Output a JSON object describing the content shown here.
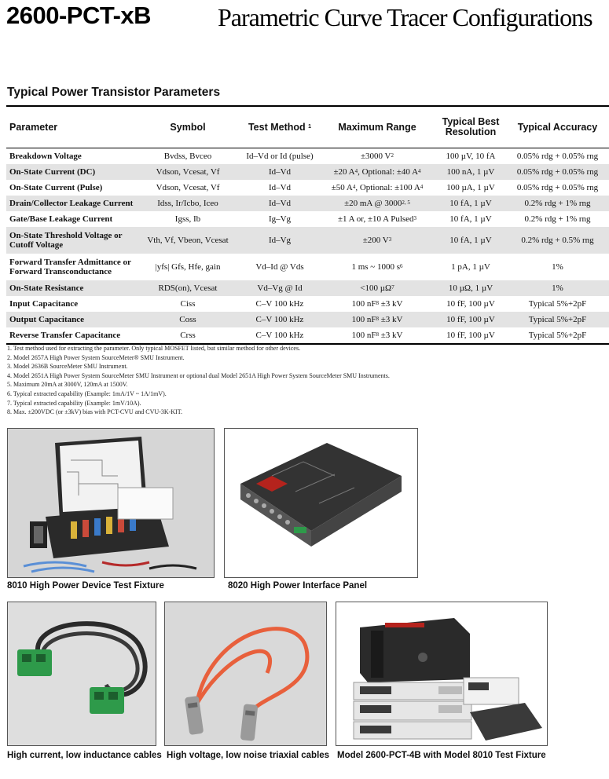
{
  "header": {
    "model": "2600-PCT-xB",
    "title": "Parametric Curve Tracer Configurations"
  },
  "section_title": "Typical Power Transistor Parameters",
  "table": {
    "headers": {
      "parameter": "Parameter",
      "symbol": "Symbol",
      "test_method": "Test Method",
      "test_method_note": "1",
      "max_range": "Maximum Range",
      "best_resolution": "Typical Best Resolution",
      "accuracy": "Typical Accuracy"
    },
    "rows": [
      {
        "parameter": "Breakdown Voltage",
        "symbol": "Bvdss, Bvceo",
        "method": "Id–Vd or Id (pulse)",
        "range": "±3000 V",
        "range_note": "2",
        "resolution": "100 µV, 10 fA",
        "accuracy": "0.05% rdg + 0.05% rng"
      },
      {
        "parameter": "On-State Current (DC)",
        "symbol": "Vdson, Vcesat, Vf",
        "method": "Id–Vd",
        "range": "±20 A",
        "range_note": "4",
        "range_opt": ", Optional: ±40 A",
        "range_opt_note": "4",
        "resolution": "100 nA, 1 µV",
        "accuracy": "0.05% rdg + 0.05% rng"
      },
      {
        "parameter": "On-State Current (Pulse)",
        "symbol": "Vdson, Vcesat, Vf",
        "method": "Id–Vd",
        "range": "±50 A",
        "range_note": "4",
        "range_opt": ", Optional: ±100 A",
        "range_opt_note": "4",
        "resolution": "100 µA, 1 µV",
        "accuracy": "0.05% rdg + 0.05% rng"
      },
      {
        "parameter": "Drain/Collector Leakage Current",
        "symbol": "Idss, Ir/Icbo, Iceo",
        "method": "Id–Vd",
        "range": "±20 mA @ 3000",
        "range_note": "2, 5",
        "resolution": "10 fA, 1 µV",
        "accuracy": "0.2% rdg + 1% rng"
      },
      {
        "parameter": "Gate/Base Leakage Current",
        "symbol": "Igss, Ib",
        "method": "Ig–Vg",
        "range": "±1 A or, ±10 A Pulsed",
        "range_note": "3",
        "resolution": "10 fA, 1 µV",
        "accuracy": "0.2% rdg + 1% rng"
      },
      {
        "parameter": "On-State Threshold Voltage or Cutoff Voltage",
        "symbol": "Vth, Vf, Vbeon, Vcesat",
        "method": "Id–Vg",
        "range": "±200 V",
        "range_note": "3",
        "resolution": "10 fA, 1 µV",
        "accuracy": "0.2% rdg + 0.5% rng"
      },
      {
        "parameter": "Forward Transfer Admittance or Forward Transconductance",
        "symbol": "|yfs| Gfs, Hfe, gain",
        "method": "Vd–Id @ Vds",
        "range": "1 ms ~ 1000 s",
        "range_note": "6",
        "resolution": "1 pA, 1 µV",
        "accuracy": "1%"
      },
      {
        "parameter": "On-State Resistance",
        "symbol": "RDS(on), Vcesat",
        "method": "Vd–Vg @ Id",
        "range": "<100 µΩ",
        "range_note": "7",
        "resolution": "10 µΩ, 1 µV",
        "accuracy": "1%"
      },
      {
        "parameter": "Input Capacitance",
        "symbol": "Ciss",
        "method": "C–V 100 kHz",
        "range": "100 nF",
        "range_note": "8",
        "range_opt": " ±3 kV",
        "resolution": "10 fF, 100 µV",
        "accuracy": "Typical 5%+2pF"
      },
      {
        "parameter": "Output Capacitance",
        "symbol": "Coss",
        "method": "C–V 100 kHz",
        "range": "100 nF",
        "range_note": "8",
        "range_opt": " ±3 kV",
        "resolution": "10 fF, 100 µV",
        "accuracy": "Typical 5%+2pF"
      },
      {
        "parameter": "Reverse Transfer Capacitance",
        "symbol": "Crss",
        "method": "C–V 100 kHz",
        "range": "100 nF",
        "range_note": "8",
        "range_opt": " ±3 kV",
        "resolution": "10 fF, 100 µV",
        "accuracy": "Typical 5%+2pF"
      }
    ]
  },
  "footnotes": [
    "1.  Test method used for extracting the parameter. Only typical MOSFET listed, but similar method for other devices.",
    "2.  Model 2657A High Power System SourceMeter® SMU Instrument.",
    "3.  Model 2636B SourceMeter SMU Instrument.",
    "4.  Model 2651A High Power System SourceMeter SMU Instrument or optional dual Model 2651A High Power System SourceMeter SMU Instruments.",
    "5.  Maximum 20mA at 3000V, 120mA at 1500V.",
    "6.  Typical extracted capability (Example: 1mA/1V ~ 1A/1mV).",
    "7.  Typical extracted capability (Example: 1mV/10A).",
    "8.  Max. ±200VDC (or ±3kV) bias with PCT-CVU and CVU-3K-KIT."
  ],
  "photos": [
    {
      "caption": "8010 High Power Device Test Fixture"
    },
    {
      "caption": "8020 High Power Interface Panel"
    },
    {
      "caption": "High current, low inductance cables"
    },
    {
      "caption": "High voltage, low noise triaxial cables"
    },
    {
      "caption": "Model 2600-PCT-4B with Model 8010 Test Fixture"
    }
  ],
  "colors": {
    "row_shade": "#e3e3e3",
    "cable_orange": "#e8603c",
    "connector_green": "#2e9a4a",
    "chassis_dark": "#2a2a2a",
    "brand_red": "#b5231d"
  }
}
